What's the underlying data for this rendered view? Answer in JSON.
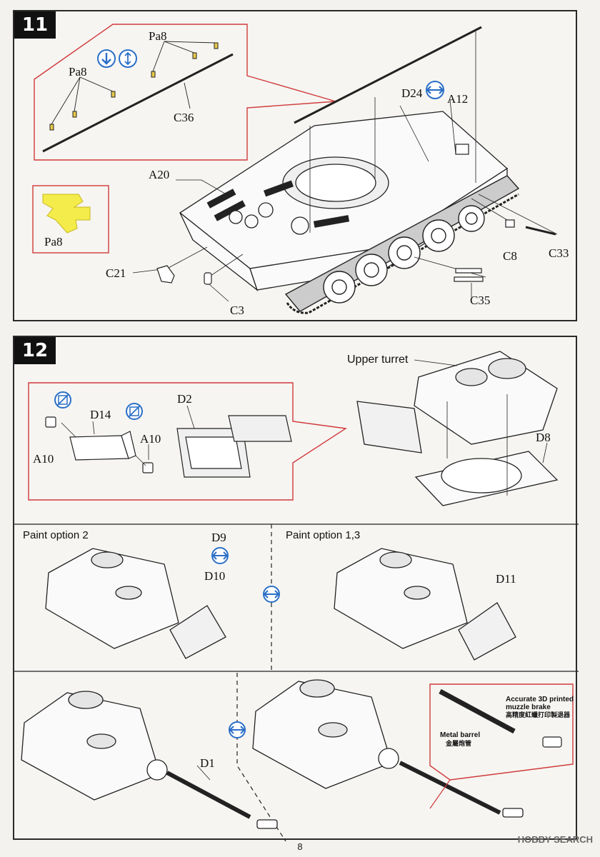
{
  "colors": {
    "accent_red": "#d03a3a",
    "icon_blue": "#2b6fc7",
    "part_yellow": "#f3ec4a",
    "ink": "#1a1a1a"
  },
  "step11": {
    "number": "11",
    "labels": {
      "pa8_top": "Pa8",
      "pa8_left": "Pa8",
      "c36": "C36",
      "d24": "D24",
      "a12": "A12",
      "a20": "A20",
      "c21": "C21",
      "c3": "C3",
      "c8": "C8",
      "c33": "C33",
      "c35": "C35",
      "pa8_detail": "Pa8"
    },
    "icons": [
      "down-arrow-icon",
      "info-icon",
      "both-sides-icon"
    ]
  },
  "step12": {
    "number": "12",
    "labels": {
      "upper_turret": "Upper turret",
      "d8": "D8",
      "d2": "D2",
      "d14": "D14",
      "a10_left": "A10",
      "a10_right": "A10",
      "paint_option_2": "Paint option 2",
      "paint_option_13": "Paint option 1,3",
      "d9": "D9",
      "d10": "D10",
      "d11": "D11",
      "d1": "D1",
      "accurate_3d": "Accurate 3D printed",
      "muzzle_brake": "muzzle brake",
      "muzzle_brake_cn": "高精度紅蠟打印製退器",
      "metal_barrel": "Metal barrel",
      "metal_barrel_cn": "金屬炮管"
    }
  },
  "footer": {
    "page_number": "8",
    "watermark": "HOBBY SEARCH"
  }
}
